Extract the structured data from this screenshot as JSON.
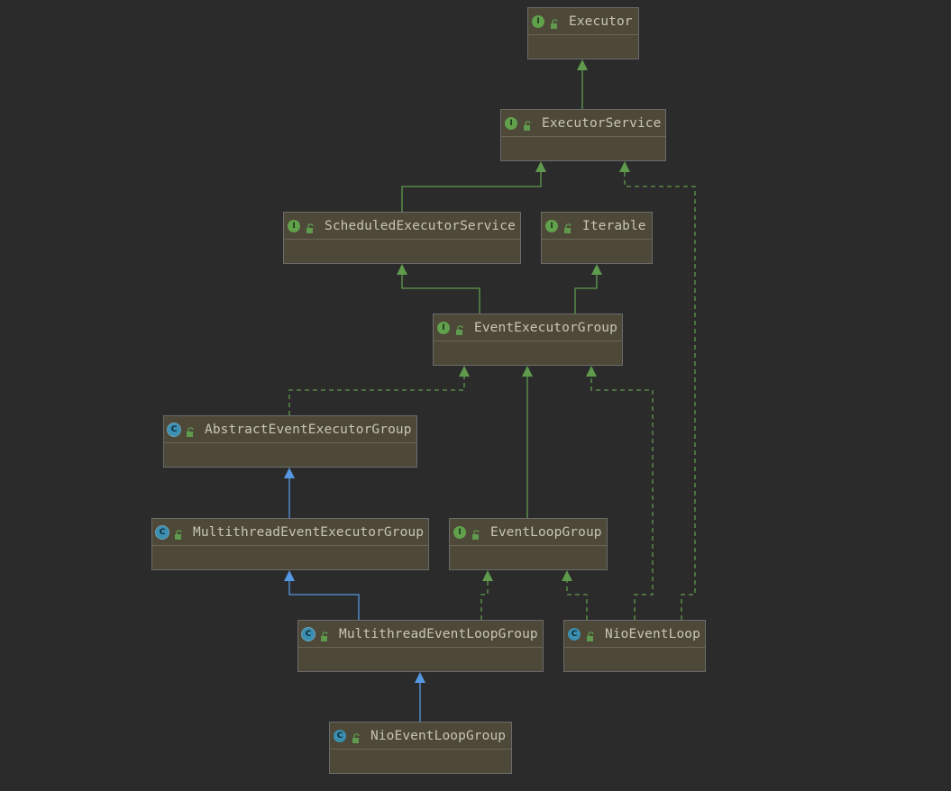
{
  "diagram": {
    "nodes": [
      {
        "id": "executor",
        "label": "Executor",
        "kind": "interface",
        "badge": "I"
      },
      {
        "id": "executor-service",
        "label": "ExecutorService",
        "kind": "interface",
        "badge": "I"
      },
      {
        "id": "scheduled-executor-service",
        "label": "ScheduledExecutorService",
        "kind": "interface",
        "badge": "I"
      },
      {
        "id": "iterable",
        "label": "Iterable",
        "kind": "interface",
        "badge": "I"
      },
      {
        "id": "event-executor-group",
        "label": "EventExecutorGroup",
        "kind": "interface",
        "badge": "I"
      },
      {
        "id": "abstract-event-executor-group",
        "label": "AbstractEventExecutorGroup",
        "kind": "abstract-class",
        "badge": "C"
      },
      {
        "id": "multithread-event-executor-group",
        "label": "MultithreadEventExecutorGroup",
        "kind": "abstract-class",
        "badge": "C"
      },
      {
        "id": "event-loop-group",
        "label": "EventLoopGroup",
        "kind": "interface",
        "badge": "I"
      },
      {
        "id": "multithread-event-loop-group",
        "label": "MultithreadEventLoopGroup",
        "kind": "abstract-class",
        "badge": "C"
      },
      {
        "id": "nio-event-loop",
        "label": "NioEventLoop",
        "kind": "final-class",
        "badge": "C"
      },
      {
        "id": "nio-event-loop-group",
        "label": "NioEventLoopGroup",
        "kind": "class",
        "badge": "C"
      }
    ],
    "edges": [
      {
        "from": "executor-service",
        "to": "executor",
        "type": "extends-interface"
      },
      {
        "from": "scheduled-executor-service",
        "to": "executor-service",
        "type": "extends-interface"
      },
      {
        "from": "event-executor-group",
        "to": "scheduled-executor-service",
        "type": "extends-interface"
      },
      {
        "from": "event-executor-group",
        "to": "iterable",
        "type": "extends-interface"
      },
      {
        "from": "abstract-event-executor-group",
        "to": "event-executor-group",
        "type": "implements"
      },
      {
        "from": "multithread-event-executor-group",
        "to": "abstract-event-executor-group",
        "type": "extends-class"
      },
      {
        "from": "event-loop-group",
        "to": "event-executor-group",
        "type": "extends-interface"
      },
      {
        "from": "multithread-event-loop-group",
        "to": "multithread-event-executor-group",
        "type": "extends-class"
      },
      {
        "from": "multithread-event-loop-group",
        "to": "event-loop-group",
        "type": "implements"
      },
      {
        "from": "nio-event-loop",
        "to": "event-loop-group",
        "type": "implements"
      },
      {
        "from": "nio-event-loop",
        "to": "event-executor-group",
        "type": "implements"
      },
      {
        "from": "nio-event-loop",
        "to": "executor-service",
        "type": "implements"
      },
      {
        "from": "nio-event-loop-group",
        "to": "multithread-event-loop-group",
        "type": "extends-class"
      }
    ],
    "colors": {
      "background": "#2b2b2b",
      "node_fill": "#4d4838",
      "interface_edge": "#5f9a4d",
      "class_edge": "#5597e0",
      "interface_badge": "#62a14b",
      "class_badge": "#3b8fb0",
      "text": "#c9c5b6"
    },
    "icon_names": {
      "interface": "interface-icon",
      "class": "class-icon",
      "abstract-class": "abstract-class-icon",
      "final-class": "final-class-icon",
      "visibility": "public-lock-icon"
    }
  }
}
